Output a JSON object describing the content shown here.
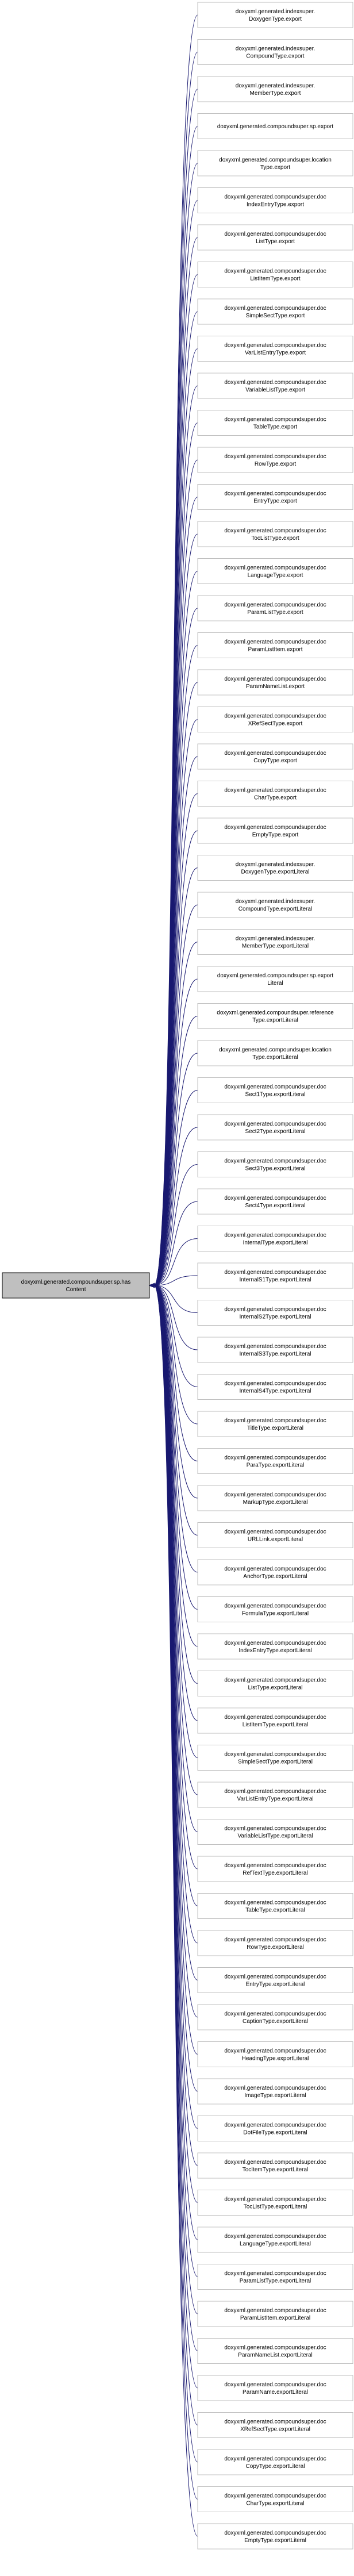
{
  "colors": {
    "edge": "#191970",
    "root_fill": "#bfbfbf",
    "root_border": "#000000",
    "node_border": "#bfbfbf",
    "node_fill": "#ffffff"
  },
  "root": {
    "lines": [
      "doxyxml.generated.compoundsuper.sp.has",
      "Content"
    ]
  },
  "callers": [
    {
      "lines": [
        "doxyxml.generated.indexsuper.",
        "DoxygenType.export"
      ]
    },
    {
      "lines": [
        "doxyxml.generated.indexsuper.",
        "CompoundType.export"
      ]
    },
    {
      "lines": [
        "doxyxml.generated.indexsuper.",
        "MemberType.export"
      ]
    },
    {
      "lines": [
        "doxyxml.generated.compoundsuper.sp.export"
      ]
    },
    {
      "lines": [
        "doxyxml.generated.compoundsuper.location",
        "Type.export"
      ]
    },
    {
      "lines": [
        "doxyxml.generated.compoundsuper.doc",
        "IndexEntryType.export"
      ]
    },
    {
      "lines": [
        "doxyxml.generated.compoundsuper.doc",
        "ListType.export"
      ]
    },
    {
      "lines": [
        "doxyxml.generated.compoundsuper.doc",
        "ListItemType.export"
      ]
    },
    {
      "lines": [
        "doxyxml.generated.compoundsuper.doc",
        "SimpleSectType.export"
      ]
    },
    {
      "lines": [
        "doxyxml.generated.compoundsuper.doc",
        "VarListEntryType.export"
      ]
    },
    {
      "lines": [
        "doxyxml.generated.compoundsuper.doc",
        "VariableListType.export"
      ]
    },
    {
      "lines": [
        "doxyxml.generated.compoundsuper.doc",
        "TableType.export"
      ]
    },
    {
      "lines": [
        "doxyxml.generated.compoundsuper.doc",
        "RowType.export"
      ]
    },
    {
      "lines": [
        "doxyxml.generated.compoundsuper.doc",
        "EntryType.export"
      ]
    },
    {
      "lines": [
        "doxyxml.generated.compoundsuper.doc",
        "TocListType.export"
      ]
    },
    {
      "lines": [
        "doxyxml.generated.compoundsuper.doc",
        "LanguageType.export"
      ]
    },
    {
      "lines": [
        "doxyxml.generated.compoundsuper.doc",
        "ParamListType.export"
      ]
    },
    {
      "lines": [
        "doxyxml.generated.compoundsuper.doc",
        "ParamListItem.export"
      ]
    },
    {
      "lines": [
        "doxyxml.generated.compoundsuper.doc",
        "ParamNameList.export"
      ]
    },
    {
      "lines": [
        "doxyxml.generated.compoundsuper.doc",
        "XRefSectType.export"
      ]
    },
    {
      "lines": [
        "doxyxml.generated.compoundsuper.doc",
        "CopyType.export"
      ]
    },
    {
      "lines": [
        "doxyxml.generated.compoundsuper.doc",
        "CharType.export"
      ]
    },
    {
      "lines": [
        "doxyxml.generated.compoundsuper.doc",
        "EmptyType.export"
      ]
    },
    {
      "lines": [
        "doxyxml.generated.indexsuper.",
        "DoxygenType.exportLiteral"
      ]
    },
    {
      "lines": [
        "doxyxml.generated.indexsuper.",
        "CompoundType.exportLiteral"
      ]
    },
    {
      "lines": [
        "doxyxml.generated.indexsuper.",
        "MemberType.exportLiteral"
      ]
    },
    {
      "lines": [
        "doxyxml.generated.compoundsuper.sp.export",
        "Literal"
      ]
    },
    {
      "lines": [
        "doxyxml.generated.compoundsuper.reference",
        "Type.exportLiteral"
      ]
    },
    {
      "lines": [
        "doxyxml.generated.compoundsuper.location",
        "Type.exportLiteral"
      ]
    },
    {
      "lines": [
        "doxyxml.generated.compoundsuper.doc",
        "Sect1Type.exportLiteral"
      ]
    },
    {
      "lines": [
        "doxyxml.generated.compoundsuper.doc",
        "Sect2Type.exportLiteral"
      ]
    },
    {
      "lines": [
        "doxyxml.generated.compoundsuper.doc",
        "Sect3Type.exportLiteral"
      ]
    },
    {
      "lines": [
        "doxyxml.generated.compoundsuper.doc",
        "Sect4Type.exportLiteral"
      ]
    },
    {
      "lines": [
        "doxyxml.generated.compoundsuper.doc",
        "InternalType.exportLiteral"
      ]
    },
    {
      "lines": [
        "doxyxml.generated.compoundsuper.doc",
        "InternalS1Type.exportLiteral"
      ]
    },
    {
      "lines": [
        "doxyxml.generated.compoundsuper.doc",
        "InternalS2Type.exportLiteral"
      ]
    },
    {
      "lines": [
        "doxyxml.generated.compoundsuper.doc",
        "InternalS3Type.exportLiteral"
      ]
    },
    {
      "lines": [
        "doxyxml.generated.compoundsuper.doc",
        "InternalS4Type.exportLiteral"
      ]
    },
    {
      "lines": [
        "doxyxml.generated.compoundsuper.doc",
        "TitleType.exportLiteral"
      ]
    },
    {
      "lines": [
        "doxyxml.generated.compoundsuper.doc",
        "ParaType.exportLiteral"
      ]
    },
    {
      "lines": [
        "doxyxml.generated.compoundsuper.doc",
        "MarkupType.exportLiteral"
      ]
    },
    {
      "lines": [
        "doxyxml.generated.compoundsuper.doc",
        "URLLink.exportLiteral"
      ]
    },
    {
      "lines": [
        "doxyxml.generated.compoundsuper.doc",
        "AnchorType.exportLiteral"
      ]
    },
    {
      "lines": [
        "doxyxml.generated.compoundsuper.doc",
        "FormulaType.exportLiteral"
      ]
    },
    {
      "lines": [
        "doxyxml.generated.compoundsuper.doc",
        "IndexEntryType.exportLiteral"
      ]
    },
    {
      "lines": [
        "doxyxml.generated.compoundsuper.doc",
        "ListType.exportLiteral"
      ]
    },
    {
      "lines": [
        "doxyxml.generated.compoundsuper.doc",
        "ListItemType.exportLiteral"
      ]
    },
    {
      "lines": [
        "doxyxml.generated.compoundsuper.doc",
        "SimpleSectType.exportLiteral"
      ]
    },
    {
      "lines": [
        "doxyxml.generated.compoundsuper.doc",
        "VarListEntryType.exportLiteral"
      ]
    },
    {
      "lines": [
        "doxyxml.generated.compoundsuper.doc",
        "VariableListType.exportLiteral"
      ]
    },
    {
      "lines": [
        "doxyxml.generated.compoundsuper.doc",
        "RefTextType.exportLiteral"
      ]
    },
    {
      "lines": [
        "doxyxml.generated.compoundsuper.doc",
        "TableType.exportLiteral"
      ]
    },
    {
      "lines": [
        "doxyxml.generated.compoundsuper.doc",
        "RowType.exportLiteral"
      ]
    },
    {
      "lines": [
        "doxyxml.generated.compoundsuper.doc",
        "EntryType.exportLiteral"
      ]
    },
    {
      "lines": [
        "doxyxml.generated.compoundsuper.doc",
        "CaptionType.exportLiteral"
      ]
    },
    {
      "lines": [
        "doxyxml.generated.compoundsuper.doc",
        "HeadingType.exportLiteral"
      ]
    },
    {
      "lines": [
        "doxyxml.generated.compoundsuper.doc",
        "ImageType.exportLiteral"
      ]
    },
    {
      "lines": [
        "doxyxml.generated.compoundsuper.doc",
        "DotFileType.exportLiteral"
      ]
    },
    {
      "lines": [
        "doxyxml.generated.compoundsuper.doc",
        "TocItemType.exportLiteral"
      ]
    },
    {
      "lines": [
        "doxyxml.generated.compoundsuper.doc",
        "TocListType.exportLiteral"
      ]
    },
    {
      "lines": [
        "doxyxml.generated.compoundsuper.doc",
        "LanguageType.exportLiteral"
      ]
    },
    {
      "lines": [
        "doxyxml.generated.compoundsuper.doc",
        "ParamListType.exportLiteral"
      ]
    },
    {
      "lines": [
        "doxyxml.generated.compoundsuper.doc",
        "ParamListItem.exportLiteral"
      ]
    },
    {
      "lines": [
        "doxyxml.generated.compoundsuper.doc",
        "ParamNameList.exportLiteral"
      ]
    },
    {
      "lines": [
        "doxyxml.generated.compoundsuper.doc",
        "ParamName.exportLiteral"
      ]
    },
    {
      "lines": [
        "doxyxml.generated.compoundsuper.doc",
        "XRefSectType.exportLiteral"
      ]
    },
    {
      "lines": [
        "doxyxml.generated.compoundsuper.doc",
        "CopyType.exportLiteral"
      ]
    },
    {
      "lines": [
        "doxyxml.generated.compoundsuper.doc",
        "CharType.exportLiteral"
      ]
    },
    {
      "lines": [
        "doxyxml.generated.compoundsuper.doc",
        "EmptyType.exportLiteral"
      ]
    }
  ]
}
